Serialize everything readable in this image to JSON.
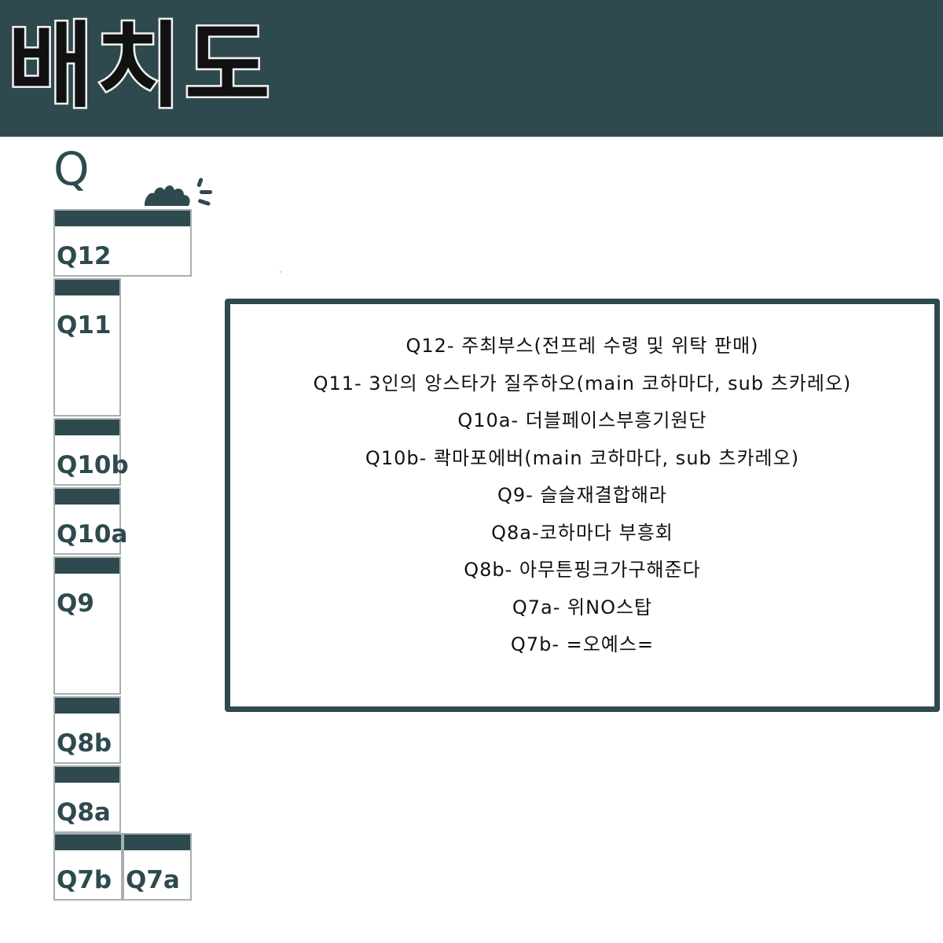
{
  "header": {
    "title": "배치도"
  },
  "section": {
    "label": "Q"
  },
  "colors": {
    "accent": "#2e4a4f",
    "booth_border": "#a8afb0"
  },
  "booths": [
    {
      "id": "q12",
      "label": "Q12"
    },
    {
      "id": "q11",
      "label": "Q11"
    },
    {
      "id": "q10b",
      "label": "Q10b"
    },
    {
      "id": "q10a",
      "label": "Q10a"
    },
    {
      "id": "q9",
      "label": "Q9"
    },
    {
      "id": "q8b",
      "label": "Q8b"
    },
    {
      "id": "q8a",
      "label": "Q8a"
    },
    {
      "id": "q7b",
      "label": "Q7b"
    },
    {
      "id": "q7a",
      "label": "Q7a"
    }
  ],
  "legend": [
    "Q12- 주최부스(전프레 수령 및 위탁 판매)",
    "Q11- 3인의 앙스타가 질주하오(main 코하마다, sub 츠카레오)",
    "Q10a- 더블페이스부흥기원단",
    "Q10b- 콱마포에버(main 코하마다, sub 츠카레오)",
    "Q9- 슬슬재결합해라",
    "Q8a-코하마다 부흥회",
    "Q8b- 아무튼핑크가구해준다",
    "Q7a- 위NO스탑",
    "Q7b- =오예스="
  ]
}
